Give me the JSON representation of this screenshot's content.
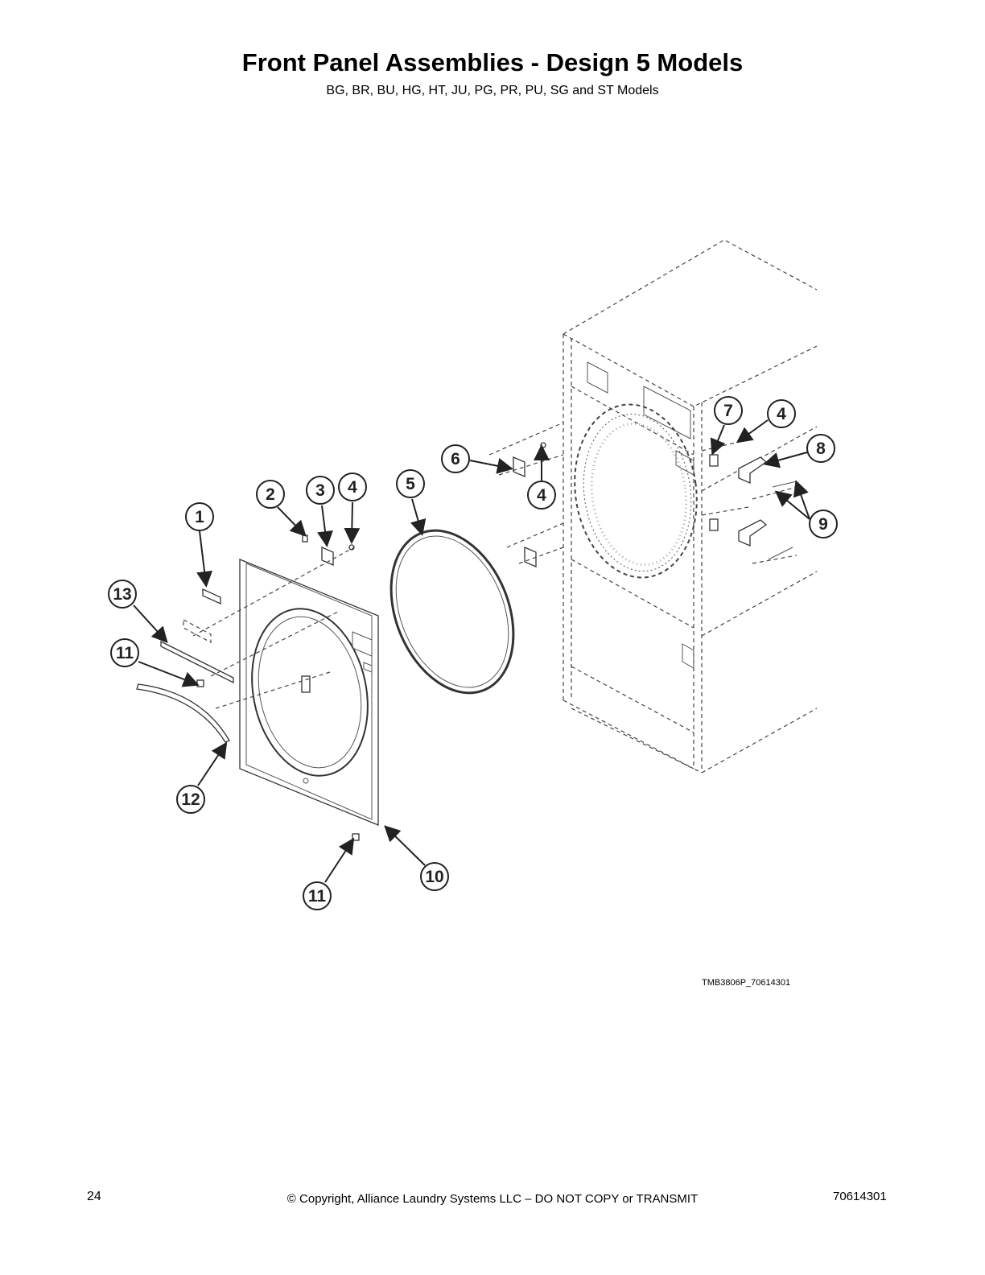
{
  "header": {
    "title": "Front Panel Assemblies - Design 5 Models",
    "subtitle": "BG, BR, BU, HG, HT, JU, PG, PR, PU, SG and ST Models"
  },
  "diagram": {
    "figure_id": "TMB3806P_70614301",
    "callouts": [
      "1",
      "2",
      "3",
      "4",
      "5",
      "4",
      "6",
      "7",
      "4",
      "8",
      "9",
      "13",
      "11",
      "12",
      "11",
      "10"
    ]
  },
  "footer": {
    "page_number": "24",
    "copyright": "© Copyright, Alliance Laundry Systems LLC – DO NOT COPY or TRANSMIT",
    "doc_number": "70614301"
  }
}
